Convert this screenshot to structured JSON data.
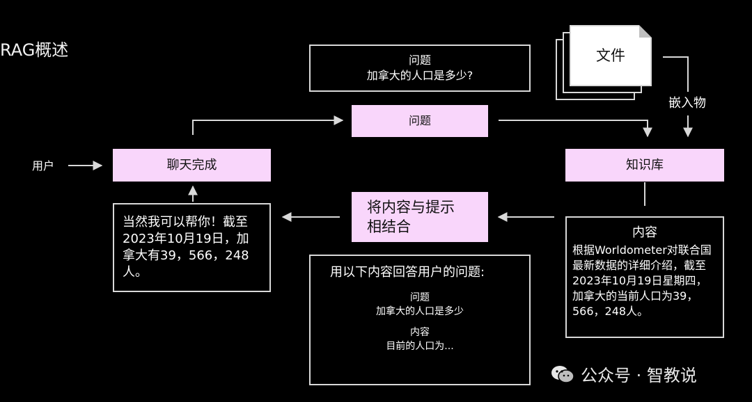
{
  "page_title": "RAG概述",
  "nodes": {
    "question_box": {
      "label": "问题",
      "text": "加拿大的人口是多少?"
    },
    "query_node": {
      "label": "问题"
    },
    "user_label": "用户",
    "chat_completion": "聊天完成",
    "file_label": "文件",
    "embed_label": "嵌入物",
    "knowledge_base": "知识库",
    "combine_node": {
      "line1": "将内容与提示",
      "line2": "相结合"
    },
    "answer_box": {
      "text": "当然我可以帮你！截至2023年10月19日，加拿大有39，566，248人。"
    },
    "content_box": {
      "label": "内容",
      "text": "根据Worldometer对联合国最新数据的详细介绍，截至2023年10月19日星期四，加拿大的当前人口为39，566，248人。"
    },
    "prompt_box": {
      "header": "用以下内容回答用户的问题:",
      "question_label": "问题",
      "question_text": "加拿大的人口是多少",
      "content_label": "内容",
      "content_text": "目前的人口为..."
    }
  },
  "watermark": {
    "text": "公众号 · 智教说",
    "icon": "wechat-icon"
  },
  "colors": {
    "background": "#000000",
    "node_fill": "#f9d6fb",
    "line": "#d9d9d9",
    "text": "#ffffff"
  }
}
